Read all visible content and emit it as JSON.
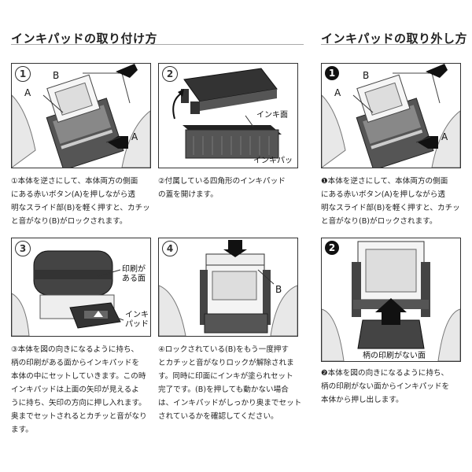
{
  "headings": {
    "attach": "インキパッドの取り付け方",
    "remove": "インキパッドの取り外し方"
  },
  "panels": {
    "p1": {
      "num": "1",
      "label_a_top": "A",
      "label_b": "B",
      "label_a_right": "A"
    },
    "p2": {
      "num": "2",
      "label_ink_side": "インキ面",
      "label_ink_pad": "インキパッド"
    },
    "p3": {
      "num": "3",
      "label_printed": [
        "印刷が",
        "ある面"
      ],
      "label_pad": [
        "インキ",
        "パッド"
      ]
    },
    "p4": {
      "num": "4",
      "label_b": "B"
    },
    "r1": {
      "num": "1",
      "label_a_top": "A",
      "label_b": "B",
      "label_a_right": "A"
    },
    "r2": {
      "num": "2",
      "label_unprinted": "柄の印刷がない面"
    }
  },
  "descriptions": {
    "p1": [
      "①本体を逆さにして、本体両方の側面",
      "にある赤いボタン(A)を押しながら透",
      "明なスライド部(B)を軽く押すと、カチッ",
      "と音がなり(B)がロックされます。"
    ],
    "p2": [
      "②付属している四角形のインキパッド",
      "の蓋を開けます。"
    ],
    "r1": [
      "❶本体を逆さにして、本体両方の側面",
      "にある赤いボタン(A)を押しながら透",
      "明なスライド部(B)を軽く押すと、カチッ",
      "と音がなり(B)がロックされます。"
    ],
    "p3": [
      "③本体を図の向きになるように持ち、",
      "柄の印刷がある面からインキパッドを",
      "本体の中にセットしていきます。この時",
      "インキパッドは上面の矢印が見えるよ",
      "うに持ち、矢印の方向に押し入れます。",
      "奥までセットされるとカチッと音がなり",
      "ます。"
    ],
    "p4": [
      "④ロックされている(B)をもう一度押す",
      "とカチッと音がなりロックが解除されま",
      "す。同時に印面にインキが塗られセット",
      "完了です。(B)を押しても動かない場合",
      "は、インキパッドがしっかり奥までセット",
      "されているかを確認してください。"
    ],
    "r2": [
      "❷本体を図の向きになるように持ち、",
      "柄の印刷がない面からインキパッドを",
      "本体から押し出します。"
    ]
  }
}
